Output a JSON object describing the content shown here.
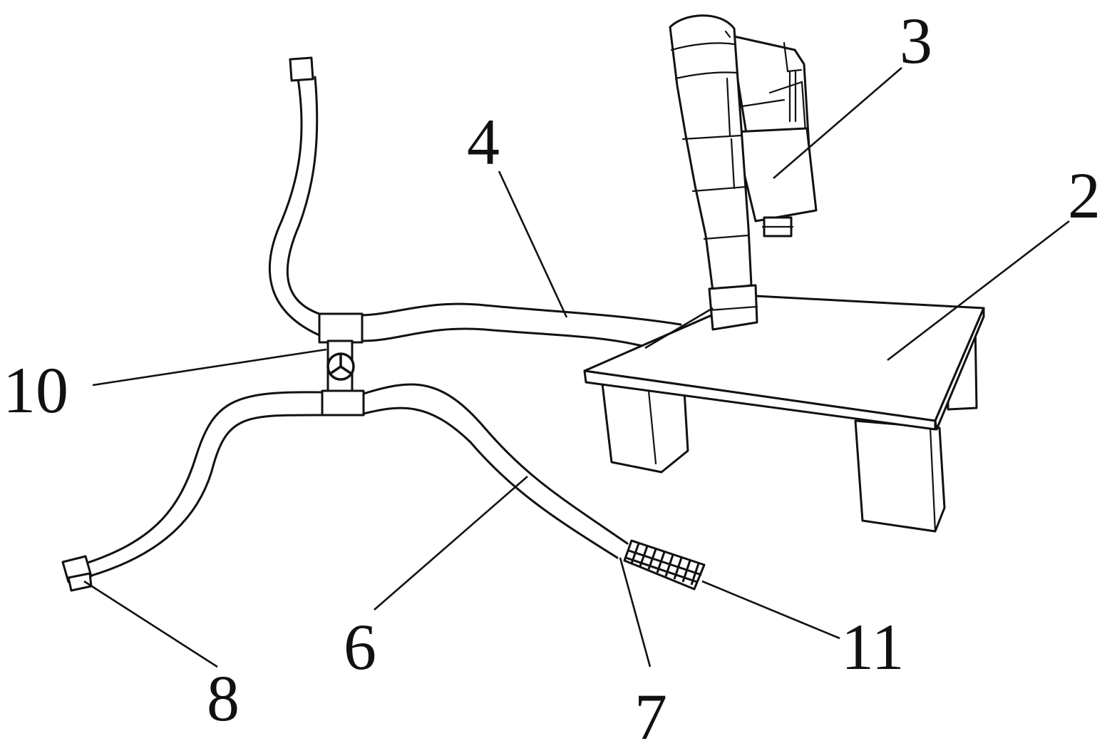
{
  "diagram": {
    "labels": {
      "l2": "2",
      "l3": "3",
      "l4": "4",
      "l6": "6",
      "l7": "7",
      "l8": "8",
      "l10": "10",
      "l11": "11"
    },
    "colors": {
      "line": "#111111",
      "background": "#ffffff"
    }
  }
}
